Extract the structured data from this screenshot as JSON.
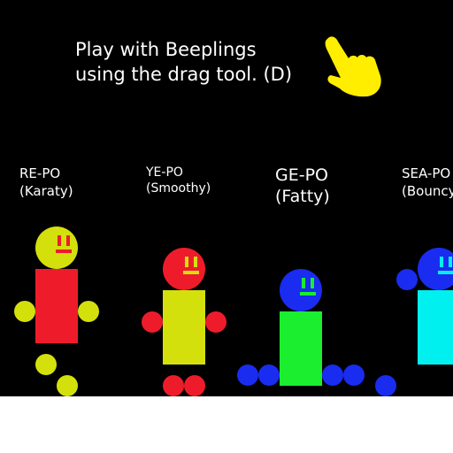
{
  "instructions": {
    "line1": "Play with Beeplings",
    "line2": "using the drag tool. (D)",
    "icon": "pointing-hand-icon"
  },
  "colors": {
    "background": "#000000",
    "floor": "#ffffff",
    "text": "#ffffff",
    "hand": "#ffee00"
  },
  "beeplings": [
    {
      "name": "RE-PO",
      "nickname": "(Karaty)",
      "head_color": "#d4e00c",
      "body_color": "#ee1c2b",
      "hands_color": "#d4e00c",
      "feet_color": "#d4e00c",
      "face_color": "#ee1c2b"
    },
    {
      "name": "YE-PO",
      "nickname": "(Smoothy)",
      "head_color": "#ee1c2b",
      "body_color": "#d4e00c",
      "hands_color": "#ee1c2b",
      "feet_color": "#ee1c2b",
      "face_color": "#d4e00c"
    },
    {
      "name": "GE-PO",
      "nickname": "(Fatty)",
      "head_color": "#1a2cf0",
      "body_color": "#1aee2e",
      "hands_color": "#1a2cf0",
      "feet_color": "#1a2cf0",
      "face_color": "#1aee2e"
    },
    {
      "name": "SEA-PO",
      "nickname": "(Bouncy)",
      "head_color": "#1a2cf0",
      "body_color": "#00f0f0",
      "hands_color": "#1a2cf0",
      "feet_color": "#1a2cf0",
      "face_color": "#00f0f0"
    }
  ]
}
